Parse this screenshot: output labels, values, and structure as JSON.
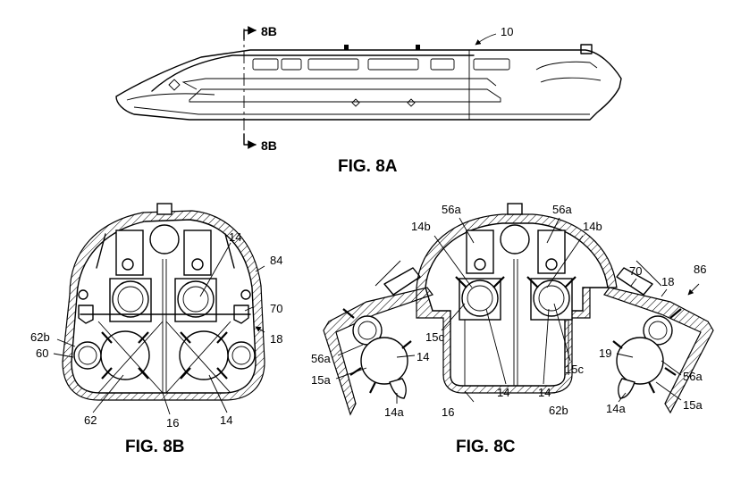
{
  "figures": {
    "fig8a": {
      "caption": "FIG. 8A",
      "ref_boat": "10",
      "section_top": "8B",
      "section_bottom": "8B"
    },
    "fig8b": {
      "caption": "FIG. 8B",
      "labels": {
        "l14_top": "14",
        "l84": "84",
        "l70": "70",
        "l62b": "62b",
        "l18": "18",
        "l60": "60",
        "l62": "62",
        "l16": "16",
        "l14_bottom": "14"
      }
    },
    "fig8c": {
      "caption": "FIG. 8C",
      "labels": {
        "l56a_tl": "56a",
        "l56a_tr": "56a",
        "l14b_l": "14b",
        "l14b_r": "14b",
        "l70": "70",
        "l18": "18",
        "l86": "86",
        "l15c_l": "15c",
        "l15c_r": "15c",
        "l56a_l": "56a",
        "l14_l": "14",
        "l15a_l": "15a",
        "l14_ml": "14",
        "l14_mr": "14",
        "l19": "19",
        "l56a_r": "56a",
        "l15a_r": "15a",
        "l14a_l": "14a",
        "l14a_r": "14a",
        "l16": "16",
        "l62b": "62b"
      }
    }
  }
}
